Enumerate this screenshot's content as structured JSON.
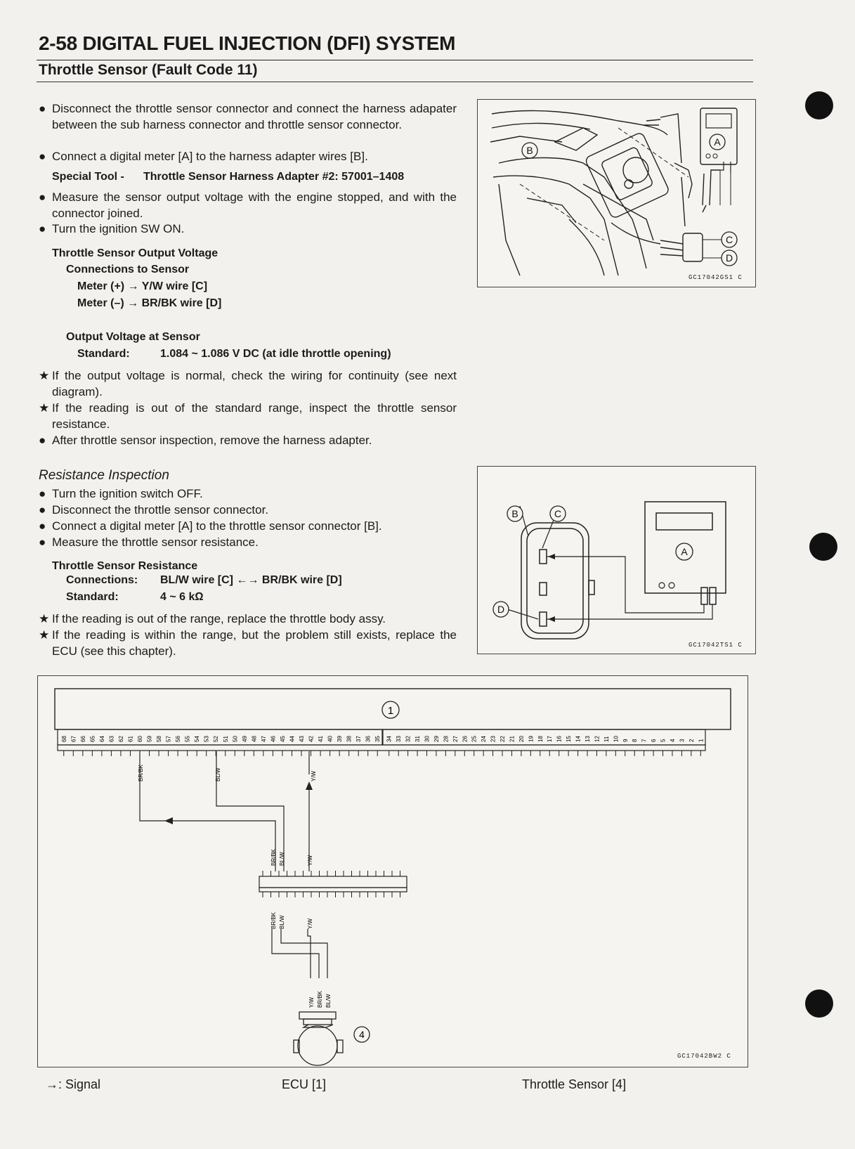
{
  "header": {
    "title": "2-58 DIGITAL FUEL INJECTION (DFI) SYSTEM",
    "subtitle": "Throttle Sensor (Fault Code 11)"
  },
  "section1": {
    "bullets": [
      "Disconnect the throttle sensor connector and connect the harness adapater between the sub harness connector and throttle sensor connector.",
      "Connect a digital meter [A] to the harness adapter wires [B]."
    ],
    "special_tool_label": "Special Tool -",
    "special_tool_value": "Throttle Sensor Harness Adapter #2: 57001–1408",
    "bullets2": [
      "Measure the sensor output voltage with the engine stopped, and with the connector joined.",
      "Turn the ignition SW ON."
    ],
    "spec_title": "Throttle Sensor Output Voltage",
    "connections_title": "Connections to Sensor",
    "meter_plus": "Meter (+) → Y/W wire [C]",
    "meter_minus": "Meter (–) → BR/BK wire [D]",
    "output_title": "Output Voltage at Sensor",
    "standard_label": "Standard:",
    "standard_value": "1.084 ~ 1.086 V DC (at idle throttle opening)",
    "star_items": [
      "If the output voltage is normal, check the wiring for continuity (see next diagram).",
      "If the reading is out of the standard range, inspect the throttle sensor resistance."
    ],
    "bullet_after": "After throttle sensor inspection, remove the harness adapter."
  },
  "section2": {
    "title": "Resistance Inspection",
    "bullets": [
      "Turn the ignition switch OFF.",
      "Disconnect the throttle sensor connector.",
      "Connect a digital meter [A] to the throttle sensor connector [B].",
      "Measure the throttle sensor resistance."
    ],
    "spec_title": "Throttle Sensor Resistance",
    "connections_label": "Connections:",
    "connections_value": "BL/W wire [C] ←→ BR/BK wire [D]",
    "standard_label": "Standard:",
    "standard_value": "4 ~ 6 kΩ",
    "star_items": [
      "If the reading is out of the range, replace the throttle body assy.",
      "If the reading is within the range, but the problem still exists, replace the ECU (see this chapter)."
    ]
  },
  "figures": {
    "fig1_code": "GC17042GS1  C",
    "fig2_code": "GC17042TS1  C",
    "fig3_code": "GC17042BW2  C",
    "labels": {
      "A": "A",
      "B": "B",
      "C": "C",
      "D": "D",
      "ecu": "1",
      "sensor": "4"
    },
    "ecu_pins_left": [
      "68",
      "67",
      "66",
      "65",
      "64",
      "63",
      "62",
      "61",
      "60",
      "59",
      "58",
      "57",
      "56",
      "55",
      "54",
      "53",
      "52",
      "51",
      "50",
      "49",
      "48",
      "47",
      "46",
      "45",
      "44",
      "43",
      "42",
      "41",
      "40",
      "39",
      "38",
      "37",
      "36",
      "35"
    ],
    "ecu_pins_right": [
      "34",
      "33",
      "32",
      "31",
      "30",
      "29",
      "28",
      "27",
      "26",
      "25",
      "24",
      "23",
      "22",
      "21",
      "20",
      "19",
      "18",
      "17",
      "16",
      "15",
      "14",
      "13",
      "12",
      "11",
      "10",
      "9",
      "8",
      "7",
      "6",
      "5",
      "4",
      "3",
      "2",
      "1"
    ],
    "wires": {
      "brbk": "BR/BK",
      "blw": "BL/W",
      "yw": "Y/W"
    }
  },
  "footer": {
    "signal": "→: Signal",
    "ecu": "ECU [1]",
    "sensor": "Throttle Sensor [4]"
  }
}
